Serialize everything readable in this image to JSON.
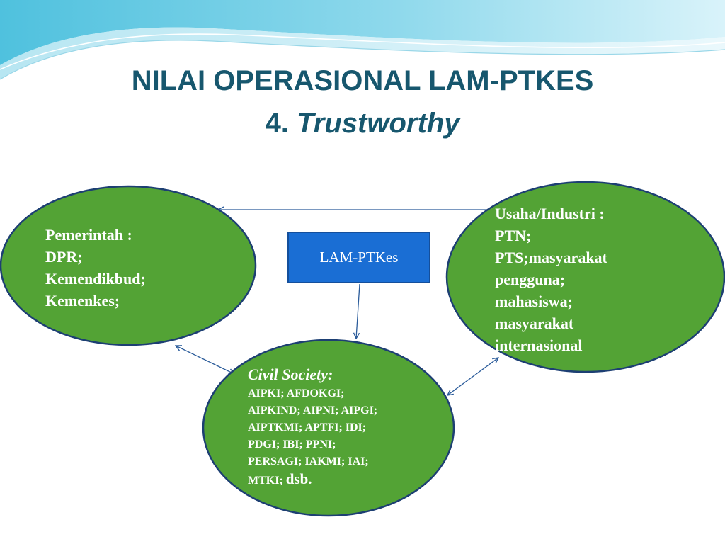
{
  "title": {
    "line1": "NILAI OPERASIONAL LAM-PTKES",
    "line2_number": "4.",
    "line2_word": "Trustworthy"
  },
  "nodes": {
    "government": {
      "lines": [
        "Pemerintah :",
        "DPR;",
        "Kemendikbud;",
        "Kemenkes;"
      ]
    },
    "industry": {
      "lines": [
        "Usaha/Industri :",
        "PTN;",
        "PTS;masyarakat",
        "pengguna;",
        "mahasiswa;",
        "masyarakat",
        "internasional"
      ]
    },
    "lam": {
      "label": "LAM-PTKes"
    },
    "civil_society": {
      "heading": "Civil Society:",
      "lines": [
        "AIPKI; AFDOKGI;",
        "AIPKIND; AIPNI; AIPGI;",
        "AIPTKMI; APTFI; IDI;",
        "PDGI; IBI; PPNI;",
        "PERSAGI; IAKMI; IAI;"
      ],
      "last_prefix": "MTKI;",
      "last_suffix": "dsb."
    }
  },
  "colors": {
    "ellipse_fill": "#53a335",
    "ellipse_stroke": "#1d3f73",
    "box_fill": "#1a6ed4",
    "arrow": "#2a5b9a",
    "title": "#17576e"
  }
}
